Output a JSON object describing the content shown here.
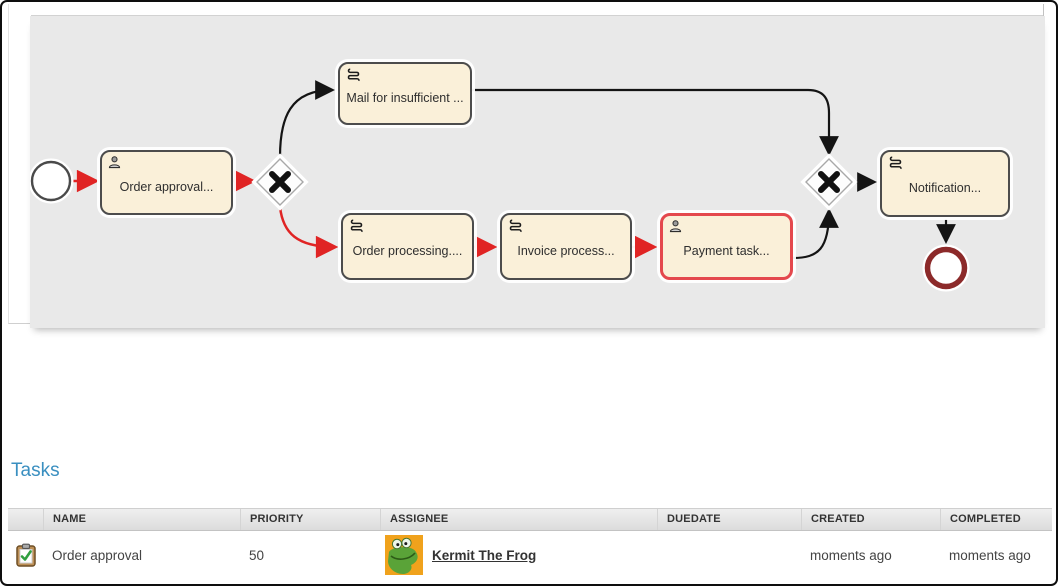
{
  "diagram": {
    "nodes": [
      {
        "id": "order-approval",
        "label": "Order approval...",
        "icon": "user"
      },
      {
        "id": "mail-insufficient",
        "label": "Mail for insufficient ...",
        "icon": "script"
      },
      {
        "id": "order-processing",
        "label": "Order processing....",
        "icon": "script"
      },
      {
        "id": "invoice-processing",
        "label": "Invoice process...",
        "icon": "script"
      },
      {
        "id": "payment-task",
        "label": "Payment task...",
        "icon": "user",
        "highlighted": true
      },
      {
        "id": "notification",
        "label": "Notification...",
        "icon": "script"
      }
    ],
    "colors": {
      "canvas_bg": "#e9e9e9",
      "node_fill": "#faf0d9",
      "node_border": "#4c4c4c",
      "active_path_red": "#e02424",
      "highlight_border": "#e4484d",
      "end_event_border": "#8c2a2a"
    }
  },
  "tasks_section": {
    "title": "Tasks",
    "table": {
      "columns": [
        "NAME",
        "PRIORITY",
        "ASSIGNEE",
        "DUEDATE",
        "CREATED",
        "COMPLETED"
      ],
      "rows": [
        {
          "name": "Order approval",
          "priority": "50",
          "assignee": "Kermit The Frog",
          "duedate": "",
          "created": "moments ago",
          "completed": "moments ago"
        }
      ]
    }
  }
}
